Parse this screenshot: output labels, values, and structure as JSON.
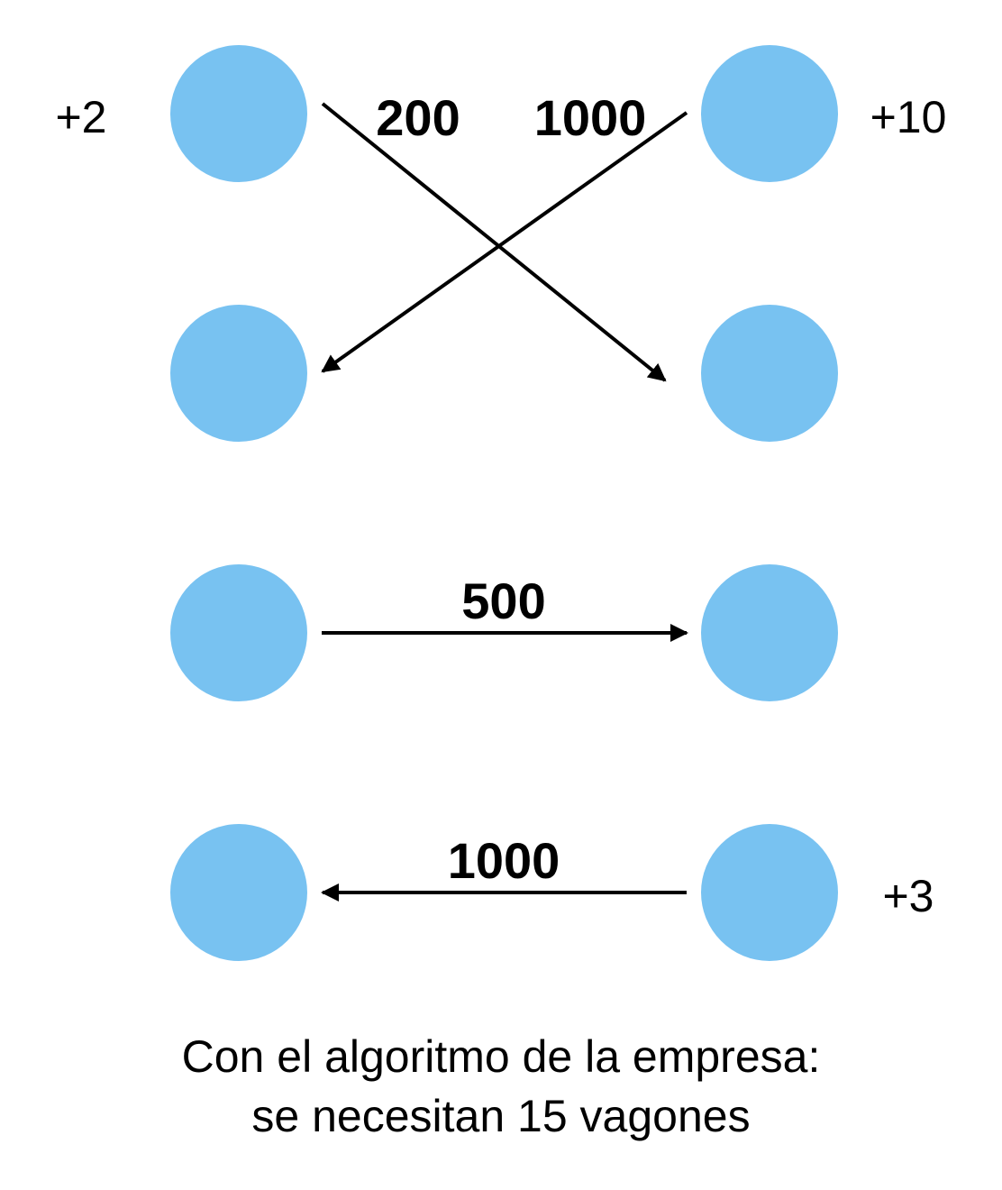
{
  "colors": {
    "node": "#78c2f1",
    "edge": "#000000",
    "text": "#000000"
  },
  "supply_labels": {
    "row1_left": "+2",
    "row1_right": "+10",
    "row4_right": "+3"
  },
  "edge_labels": {
    "cross_a": "200",
    "cross_b": "1000",
    "middle": "500",
    "bottom": "1000"
  },
  "caption": {
    "line1": "Con el algoritmo de la empresa:",
    "line2": "se necesitan 15 vagones"
  }
}
